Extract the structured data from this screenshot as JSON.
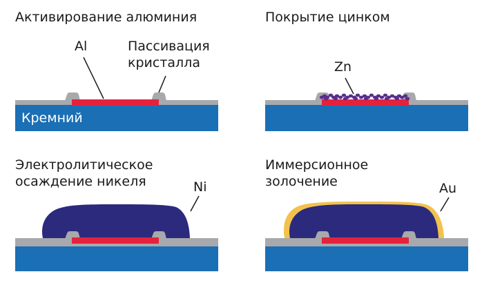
{
  "colors": {
    "silicon": "#1a6fb5",
    "passivation": "#a7a9ac",
    "aluminium": "#e5223c",
    "zinc": "#5b2d8c",
    "nickel": "#2b2a7d",
    "gold": "#f2c14e",
    "text": "#1a1a1a"
  },
  "panels": {
    "activation": {
      "title": "Активирование алюминия",
      "label_al": "Al",
      "label_passivation_1": "Пассивация",
      "label_passivation_2": "кристалла",
      "label_silicon": "Кремний"
    },
    "zinc": {
      "title": "Покрытие цинком",
      "label_zn": "Zn"
    },
    "nickel": {
      "title_1": "Электролитическое",
      "title_2": "осаждение никеля",
      "label_ni": "Ni"
    },
    "gold": {
      "title_1": "Иммерсионное",
      "title_2": "золочение",
      "label_au": "Au"
    }
  }
}
